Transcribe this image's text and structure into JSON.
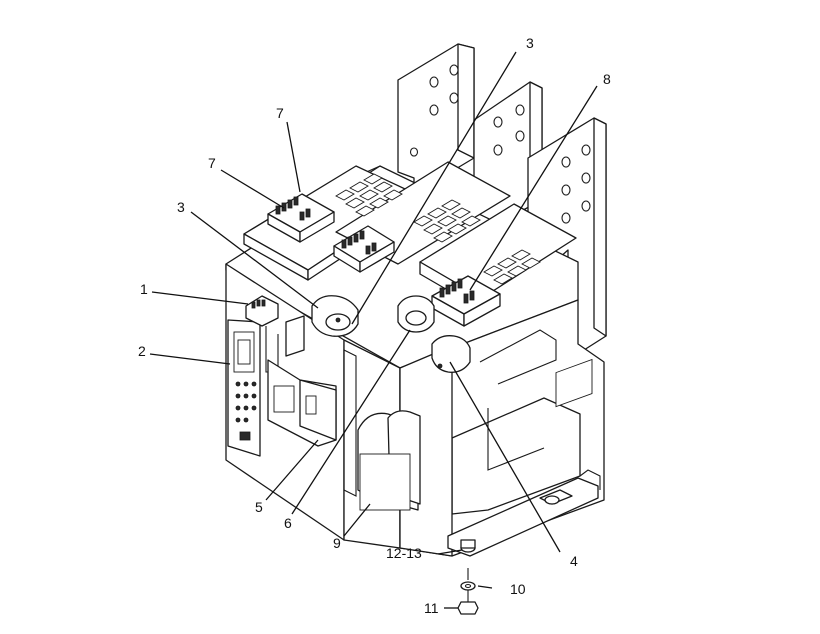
{
  "callouts": [
    {
      "id": "c7a",
      "text": "7"
    },
    {
      "id": "c7b",
      "text": "7"
    },
    {
      "id": "c3a",
      "text": "3"
    },
    {
      "id": "c3b",
      "text": "3"
    },
    {
      "id": "c8",
      "text": "8"
    },
    {
      "id": "c1",
      "text": "1"
    },
    {
      "id": "c2",
      "text": "2"
    },
    {
      "id": "c5",
      "text": "5"
    },
    {
      "id": "c6",
      "text": "6"
    },
    {
      "id": "c9",
      "text": "9"
    },
    {
      "id": "c4",
      "text": "4"
    },
    {
      "id": "c12",
      "text": "12-13"
    },
    {
      "id": "c10",
      "text": "10"
    },
    {
      "id": "c11",
      "text": "11"
    }
  ]
}
